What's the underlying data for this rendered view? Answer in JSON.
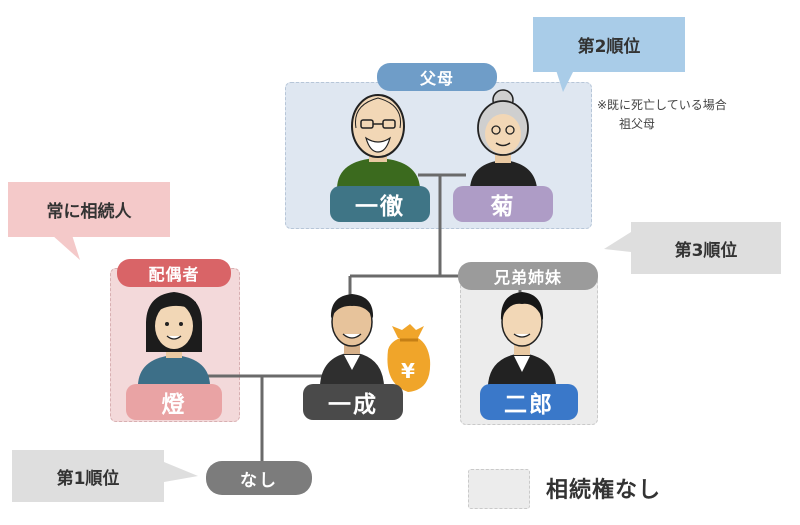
{
  "rank2_label": "第2順位",
  "rank3_label": "第3順位",
  "rank1_label": "第1順位",
  "always_heir_label": "常に相続人",
  "parents_header": "父母",
  "spouse_header": "配偶者",
  "siblings_header": "兄弟姉妹",
  "note_line1": "※既に死亡している場合",
  "note_line2": "祖父母",
  "names": {
    "father": "一徹",
    "mother": "菊",
    "spouse": "燈",
    "deceased": "一成",
    "sibling": "二郎",
    "children": "なし"
  },
  "yen_symbol": "¥",
  "legend_text": "相続権なし",
  "colors": {
    "parents": "#6f9dc8",
    "spouse": "#d96467",
    "siblings": "#9b9b9b",
    "father_label": "#3f7586",
    "mother_label": "#ae9cc6",
    "spouse_label": "#e9a3a4",
    "deceased_label": "#4a4a4a",
    "sibling_label": "#3a78c9",
    "money_bag": "#f0a52a"
  }
}
